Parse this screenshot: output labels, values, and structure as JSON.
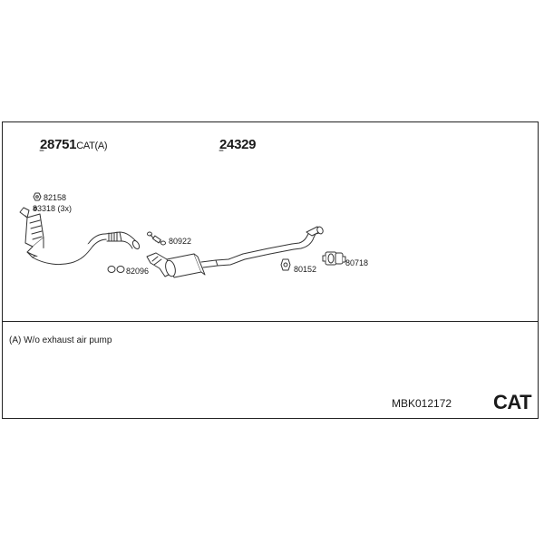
{
  "assemblies": {
    "left": {
      "number": "28751",
      "suffix": "CAT(A)"
    },
    "right": {
      "number": "24329"
    }
  },
  "parts": {
    "p82158": "82158",
    "p83318": "83318 (3x)",
    "p80922": "80922",
    "p82096": "82096",
    "p80152": "80152",
    "p80718": "80718"
  },
  "note": "(A) W/o exhaust air pump",
  "reference": "MBK012172",
  "category": "CAT"
}
